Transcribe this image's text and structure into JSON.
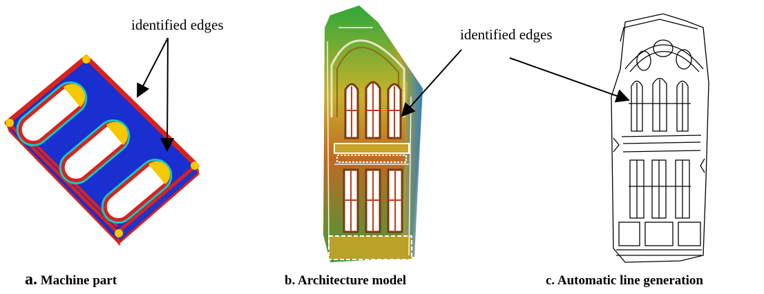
{
  "annotations": {
    "a": "identified edges",
    "b": "identified edges"
  },
  "captions": {
    "a_letter": "a.",
    "a_text": "Machine part",
    "b": "b. Architecture model",
    "c": "c. Automatic line generation"
  },
  "colors": {
    "plate_blue": "#1a2fd0",
    "edge_red": "#d8231b",
    "highlight_yellow": "#f5c800",
    "cyan": "#18c8c0",
    "green": "#4bb53a",
    "orange": "#d98a2a"
  }
}
